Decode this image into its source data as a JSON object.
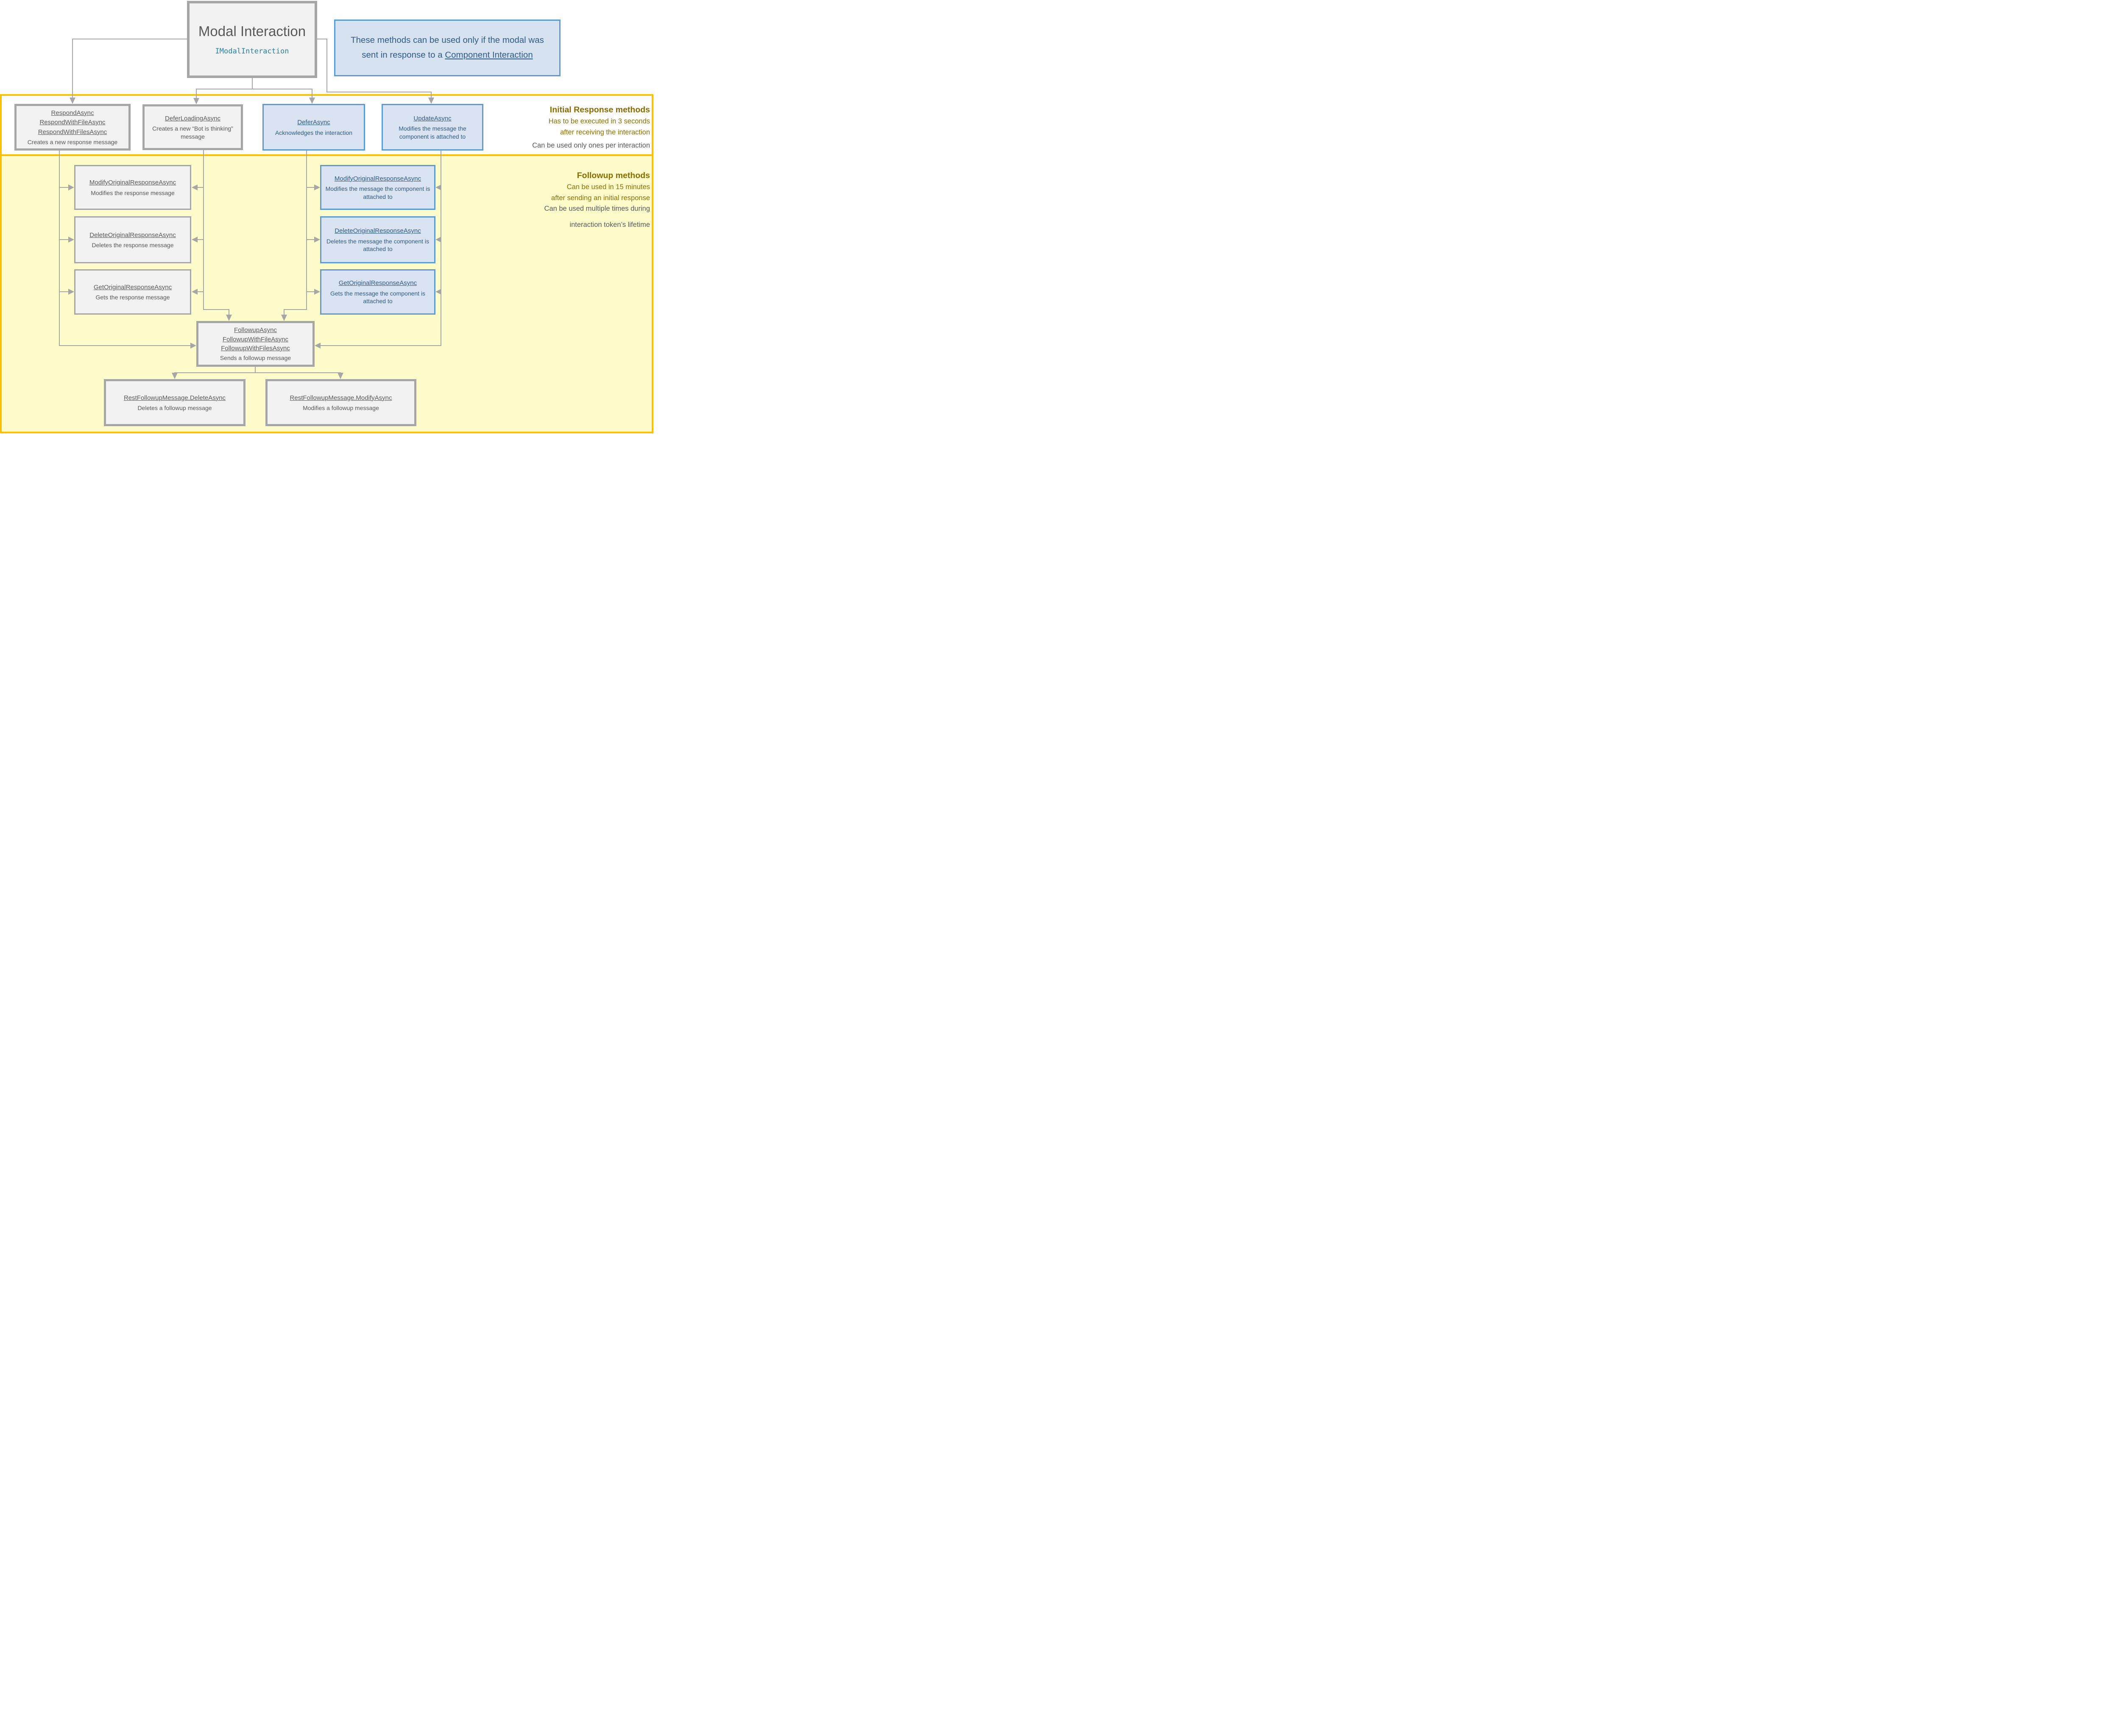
{
  "modal": {
    "title": "Modal Interaction",
    "interface_name": "IModalInteraction"
  },
  "component_note": {
    "text": "These methods can be used only if the modal was sent in response to a",
    "link_label": "Component Interaction"
  },
  "initial_section": {
    "heading": "Initial Response methods",
    "accent_lines": [
      "Has to be executed in 3 seconds",
      "after receiving the interaction"
    ],
    "muted_line": "Can be used only ones per interaction",
    "boxes": {
      "respond": {
        "links": [
          "RespondAsync",
          "RespondWithFileAsync",
          "RespondWithFilesAsync"
        ],
        "desc": "Creates a new response message"
      },
      "defer_loading": {
        "link": "DeferLoadingAsync",
        "desc": "Creates a new “Bot is thinking” message"
      },
      "defer": {
        "link": "DeferAsync",
        "desc": "Acknowledges the interaction"
      },
      "update": {
        "link": "UpdateAsync",
        "desc": "Modifies the message the component is attached to"
      }
    }
  },
  "followup_section": {
    "heading": "Followup methods",
    "accent_lines": [
      "Can be used in 15 minutes",
      "after sending an initial response"
    ],
    "muted_lines": [
      "Can be used multiple times during",
      "interaction token’s lifetime"
    ],
    "original_response_boxes": [
      {
        "link": "ModifyOriginalResponseAsync",
        "desc": "Modifies the response message"
      },
      {
        "link": "DeleteOriginalResponseAsync",
        "desc": "Deletes the response message"
      },
      {
        "link": "GetOriginalResponseAsync",
        "desc": "Gets the response message"
      }
    ],
    "component_response_boxes": [
      {
        "link": "ModifyOriginalResponseAsync",
        "desc": "Modifies the message the component is attached to"
      },
      {
        "link": "DeleteOriginalResponseAsync",
        "desc": "Deletes the message the component is attached to"
      },
      {
        "link": "GetOriginalResponseAsync",
        "desc": "Gets the message the component is attached to"
      }
    ],
    "followup_box": {
      "links": [
        "FollowupAsync",
        "FollowupWithFileAsync",
        "FollowupWithFilesAsync"
      ],
      "desc": "Sends a followup message"
    },
    "rest_boxes": [
      {
        "link": "RestFollowupMessage.DeleteAsync",
        "desc": "Deletes a followup message"
      },
      {
        "link": "RestFollowupMessage.ModifyAsync",
        "desc": "Modifies a followup message"
      }
    ]
  },
  "colors": {
    "accent_gold": "#FFC000",
    "heading_gold": "#8A6C00",
    "grey_border": "#A6A6A6",
    "grey_text": "#595959",
    "blue_border": "#5B9BD5",
    "blue_fill": "#DAE3F1",
    "blue_text": "#2E5B87",
    "yellow_fill": "#FFFCCB",
    "interface_teal": "#2384A5"
  }
}
